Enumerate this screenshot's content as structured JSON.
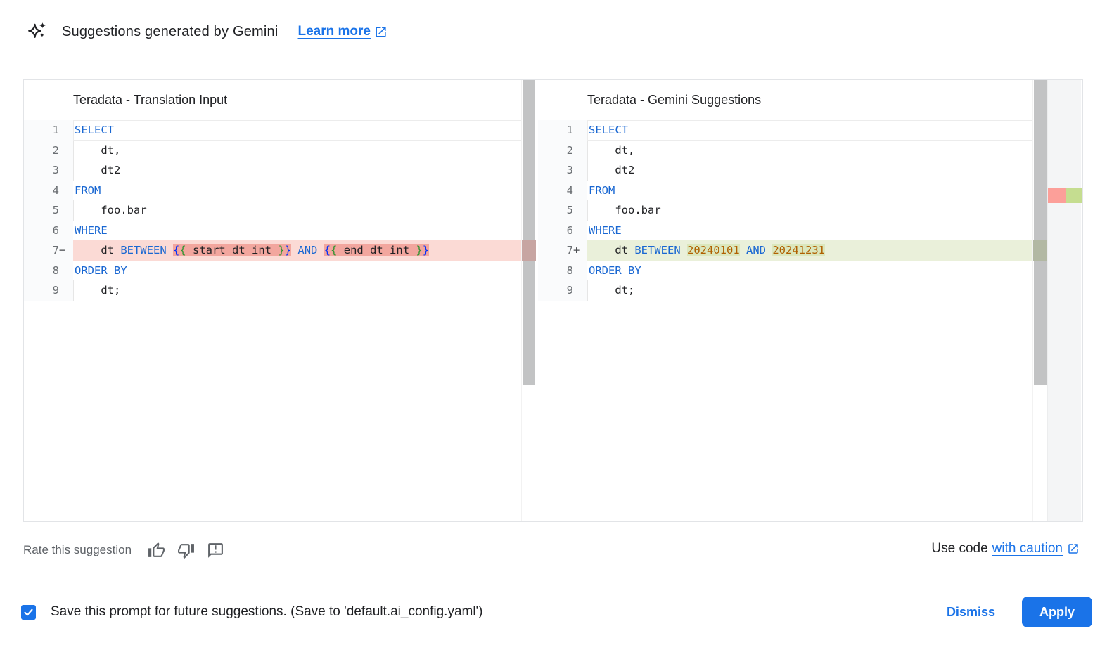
{
  "colors": {
    "accent": "#1a73e8",
    "text": "#202124",
    "muted": "#5f6368",
    "kw": "#1967d2",
    "b1": "#0431fa",
    "b2": "#319331",
    "num": "#b06000",
    "gutter-bg": "#fafbfc",
    "removed-line": "#fbdad5",
    "removed-word": "#f2a69e",
    "added-line": "#eaf0da",
    "added-word": "#dbe7bd",
    "deco-red": "#c7a5a2",
    "deco-green": "#b2b8a3",
    "ruler-red": "#fc9f99",
    "ruler-green": "#c5dd90"
  },
  "header": {
    "title": "Suggestions generated by Gemini",
    "learn_more": "Learn more"
  },
  "diff": {
    "left": {
      "title": "Teradata - Translation Input",
      "lines": [
        {
          "num": "1",
          "marker": "",
          "type": "current",
          "ind": false,
          "seg": [
            {
              "t": "SELECT",
              "c": "kw"
            }
          ]
        },
        {
          "num": "2",
          "marker": "",
          "type": "",
          "ind": true,
          "seg": [
            {
              "t": "    dt,",
              "c": "txt"
            }
          ]
        },
        {
          "num": "3",
          "marker": "",
          "type": "",
          "ind": true,
          "seg": [
            {
              "t": "    dt2",
              "c": "txt"
            }
          ]
        },
        {
          "num": "4",
          "marker": "",
          "type": "",
          "ind": false,
          "seg": [
            {
              "t": "FROM",
              "c": "kw"
            }
          ]
        },
        {
          "num": "5",
          "marker": "",
          "type": "",
          "ind": true,
          "seg": [
            {
              "t": "    foo.bar",
              "c": "txt"
            }
          ]
        },
        {
          "num": "6",
          "marker": "",
          "type": "",
          "ind": false,
          "seg": [
            {
              "t": "WHERE",
              "c": "kw"
            }
          ]
        },
        {
          "num": "7",
          "marker": "−",
          "type": "removed",
          "ind": false,
          "seg": [
            {
              "t": "    dt ",
              "c": "txt"
            },
            {
              "t": "BETWEEN",
              "c": "kw"
            },
            {
              "t": " ",
              "c": "txt"
            },
            {
              "t": "{",
              "c": "b1",
              "hl": true
            },
            {
              "t": "{",
              "c": "b2",
              "hl": true
            },
            {
              "t": " start_dt_int ",
              "c": "txt",
              "hl": true
            },
            {
              "t": "}",
              "c": "b2",
              "hl": true
            },
            {
              "t": "}",
              "c": "b1",
              "hl": true
            },
            {
              "t": " ",
              "c": "txt"
            },
            {
              "t": "AND",
              "c": "kw"
            },
            {
              "t": " ",
              "c": "txt"
            },
            {
              "t": "{",
              "c": "b1",
              "hl": true
            },
            {
              "t": "{",
              "c": "b2",
              "hl": true
            },
            {
              "t": " end_dt_int ",
              "c": "txt",
              "hl": true
            },
            {
              "t": "}",
              "c": "b2",
              "hl": true
            },
            {
              "t": "}",
              "c": "b1",
              "hl": true
            }
          ]
        },
        {
          "num": "8",
          "marker": "",
          "type": "",
          "ind": false,
          "seg": [
            {
              "t": "ORDER BY",
              "c": "kw"
            }
          ]
        },
        {
          "num": "9",
          "marker": "",
          "type": "",
          "ind": true,
          "seg": [
            {
              "t": "    dt;",
              "c": "txt"
            }
          ]
        }
      ]
    },
    "right": {
      "title": "Teradata - Gemini Suggestions",
      "lines": [
        {
          "num": "1",
          "marker": "",
          "type": "current",
          "ind": false,
          "seg": [
            {
              "t": "SELECT",
              "c": "kw"
            }
          ]
        },
        {
          "num": "2",
          "marker": "",
          "type": "",
          "ind": true,
          "seg": [
            {
              "t": "    dt,",
              "c": "txt"
            }
          ]
        },
        {
          "num": "3",
          "marker": "",
          "type": "",
          "ind": true,
          "seg": [
            {
              "t": "    dt2",
              "c": "txt"
            }
          ]
        },
        {
          "num": "4",
          "marker": "",
          "type": "",
          "ind": false,
          "seg": [
            {
              "t": "FROM",
              "c": "kw"
            }
          ]
        },
        {
          "num": "5",
          "marker": "",
          "type": "",
          "ind": true,
          "seg": [
            {
              "t": "    foo.bar",
              "c": "txt"
            }
          ]
        },
        {
          "num": "6",
          "marker": "",
          "type": "",
          "ind": false,
          "seg": [
            {
              "t": "WHERE",
              "c": "kw"
            }
          ]
        },
        {
          "num": "7",
          "marker": "+",
          "type": "added",
          "ind": false,
          "seg": [
            {
              "t": "    dt ",
              "c": "txt"
            },
            {
              "t": "BETWEEN",
              "c": "kw"
            },
            {
              "t": " ",
              "c": "txt"
            },
            {
              "t": "20240101",
              "c": "num",
              "hl": true
            },
            {
              "t": " ",
              "c": "txt"
            },
            {
              "t": "AND",
              "c": "kw"
            },
            {
              "t": " ",
              "c": "txt"
            },
            {
              "t": "20241231",
              "c": "num",
              "hl": true
            }
          ]
        },
        {
          "num": "8",
          "marker": "",
          "type": "",
          "ind": false,
          "seg": [
            {
              "t": "ORDER BY",
              "c": "kw"
            }
          ]
        },
        {
          "num": "9",
          "marker": "",
          "type": "",
          "ind": true,
          "seg": [
            {
              "t": "    dt;",
              "c": "txt"
            }
          ]
        }
      ]
    }
  },
  "rate": {
    "label": "Rate this suggestion"
  },
  "caution": {
    "prefix": "Use code",
    "link": "with caution"
  },
  "footer": {
    "checkbox_checked": true,
    "checkbox_label": "Save this prompt for future suggestions. (Save to 'default.ai_config.yaml')",
    "dismiss": "Dismiss",
    "apply": "Apply"
  },
  "icons": {
    "gemini": "sparkle-stars",
    "learn_more": "open-in-new",
    "thumbs_up": "thumb-up-outline",
    "thumbs_down": "thumb-down-outline",
    "feedback": "speech-bubble-exclamation",
    "caution_link": "open-in-new",
    "checkbox": "checkmark"
  }
}
